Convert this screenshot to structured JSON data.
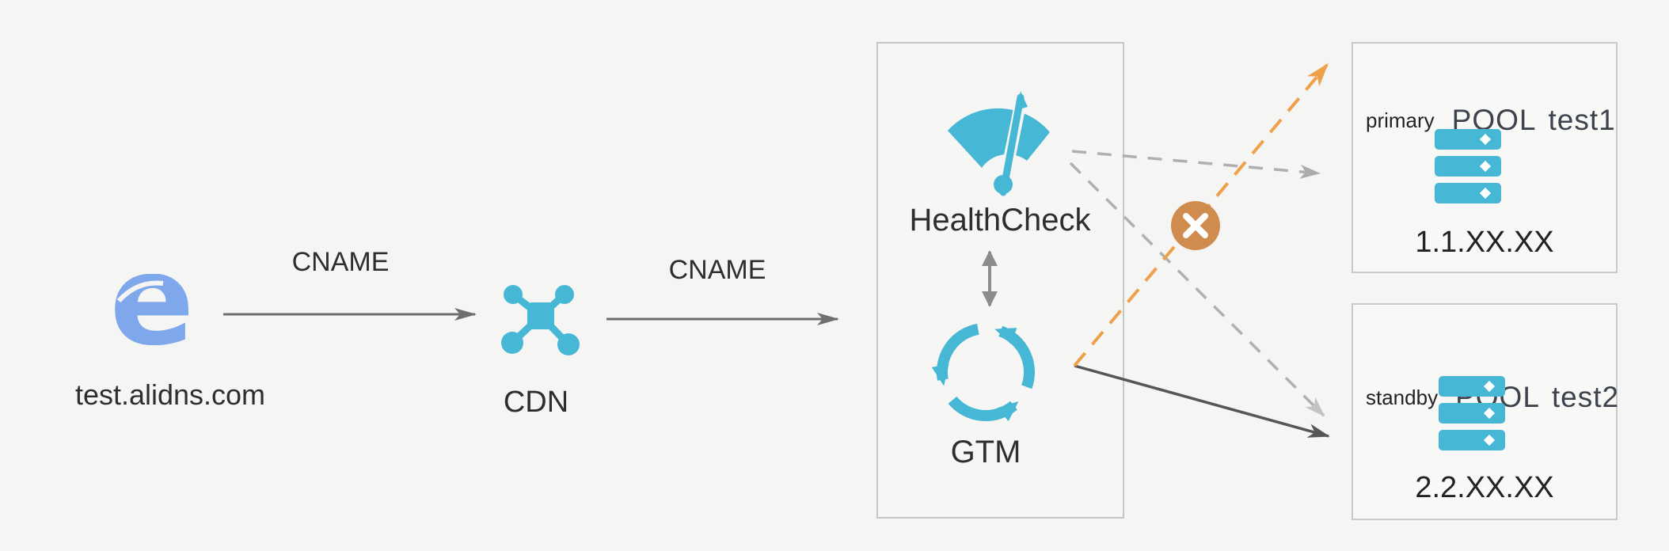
{
  "client": {
    "domain_label": "test.alidns.com"
  },
  "connections": {
    "cname_left_label": "CNAME",
    "cname_right_label": "CNAME"
  },
  "cdn": {
    "label": "CDN"
  },
  "gtm_box": {
    "healthcheck_label": "HealthCheck",
    "gtm_label": "GTM"
  },
  "pools": [
    {
      "role_label": "primary",
      "pool_word": "POOL",
      "pool_name": "test1",
      "ip": "1.1.XX.XX"
    },
    {
      "role_label": "standby",
      "pool_word": "POOL",
      "pool_name": "test2",
      "ip": "2.2.XX.XX"
    }
  ],
  "icons": {
    "edge_browser_glyph": "e",
    "edge_browser_icon": "edge-browser",
    "cdn_icon": "network-nodes",
    "healthcheck_icon": "gauge-meter",
    "gtm_icon": "circular-arrows",
    "server_icon": "server-stack",
    "failure_icon": "x-cross"
  },
  "colors": {
    "teal": "#47b7d6",
    "edge_blue": "#7fa7ec",
    "warning_orange": "#efa14a",
    "failure_badge": "#d08c4e",
    "arrow_gray": "#6e6e6e",
    "dashed_gray": "#b0b0b0",
    "solid_dark_arrow": "#565656",
    "text_dark": "#2e2e2e",
    "pool_text_gray": "#3d434c",
    "background": "#f5f5f4",
    "box_border": "#c6c6c6"
  }
}
